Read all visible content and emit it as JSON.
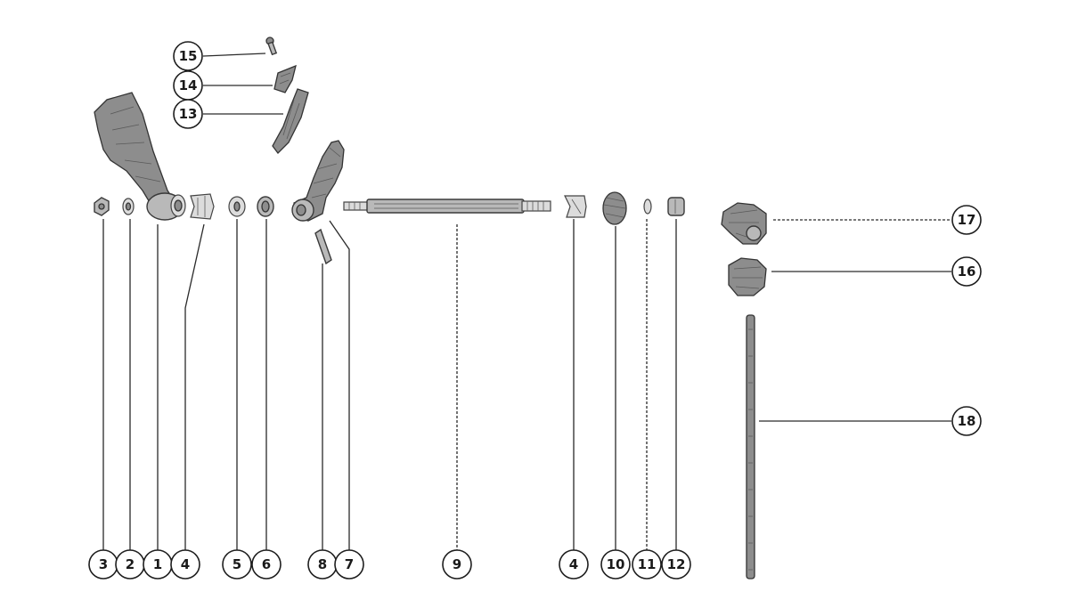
{
  "callouts": [
    {
      "label": "15"
    },
    {
      "label": "14"
    },
    {
      "label": "13"
    },
    {
      "label": "17"
    },
    {
      "label": "16"
    },
    {
      "label": "18"
    },
    {
      "label": "3"
    },
    {
      "label": "2"
    },
    {
      "label": "1"
    },
    {
      "label": "4"
    },
    {
      "label": "5"
    },
    {
      "label": "6"
    },
    {
      "label": "8"
    },
    {
      "label": "7"
    },
    {
      "label": "9"
    },
    {
      "label": "4"
    },
    {
      "label": "10"
    },
    {
      "label": "11"
    },
    {
      "label": "12"
    }
  ]
}
